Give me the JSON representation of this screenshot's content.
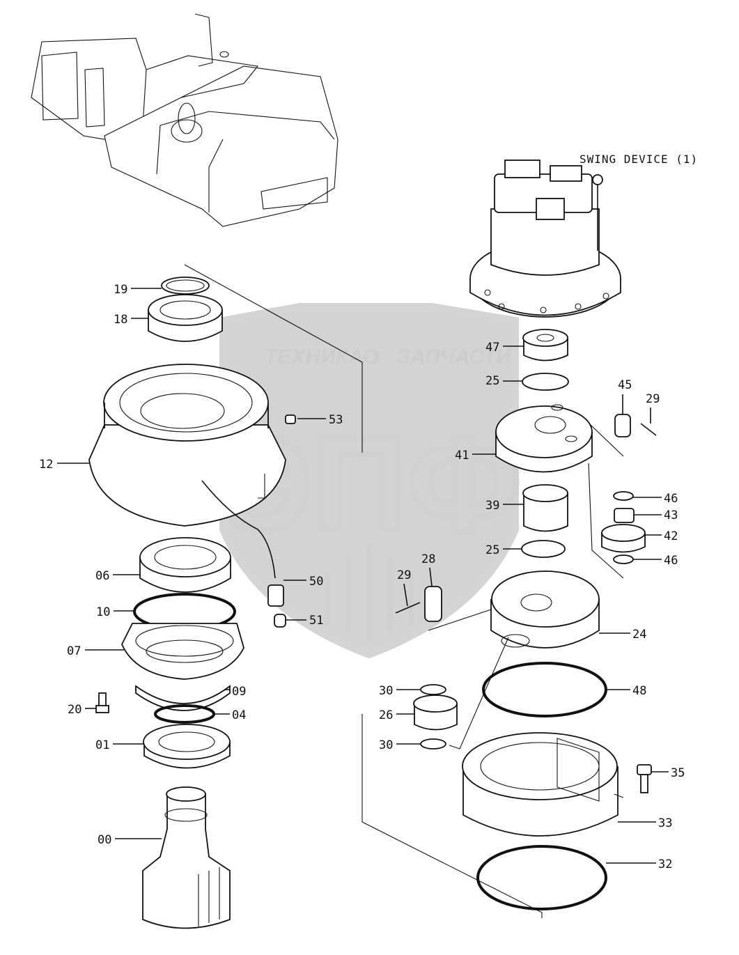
{
  "title": "SWING DEVICE (1)",
  "watermark": {
    "left_word": "ТЕХНИКА",
    "right_word": "ЗАПЧАСТИ",
    "monogram": "ЭПФ",
    "color": "#c8c8c8"
  },
  "callouts": [
    {
      "label": "19"
    },
    {
      "label": "18"
    },
    {
      "label": "12"
    },
    {
      "label": "53"
    },
    {
      "label": "06"
    },
    {
      "label": "10"
    },
    {
      "label": "07"
    },
    {
      "label": "20"
    },
    {
      "label": "09"
    },
    {
      "label": "04"
    },
    {
      "label": "01"
    },
    {
      "label": "00"
    },
    {
      "label": "50"
    },
    {
      "label": "51"
    },
    {
      "label": "47"
    },
    {
      "label": "25"
    },
    {
      "label": "45"
    },
    {
      "label": "29"
    },
    {
      "label": "41"
    },
    {
      "label": "46"
    },
    {
      "label": "43"
    },
    {
      "label": "39"
    },
    {
      "label": "42"
    },
    {
      "label": "25"
    },
    {
      "label": "46"
    },
    {
      "label": "28"
    },
    {
      "label": "29"
    },
    {
      "label": "24"
    },
    {
      "label": "48"
    },
    {
      "label": "30"
    },
    {
      "label": "26"
    },
    {
      "label": "30"
    },
    {
      "label": "35"
    },
    {
      "label": "33"
    },
    {
      "label": "32"
    }
  ]
}
